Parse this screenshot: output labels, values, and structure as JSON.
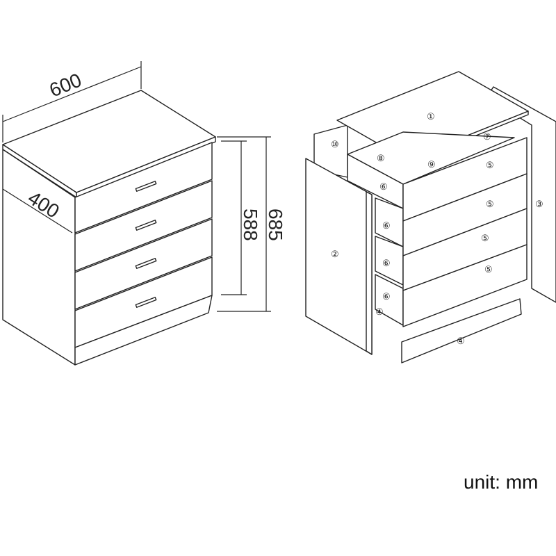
{
  "dimensions": {
    "width": "600",
    "depth": "400",
    "inner_height": "588",
    "total_height": "685"
  },
  "unit_label": "unit: mm",
  "parts": {
    "p1": "①",
    "p2": "②",
    "p3": "③",
    "p4": "④",
    "p5": "⑤",
    "p6": "⑥",
    "p7": "⑦",
    "p8": "⑧",
    "p9": "⑨",
    "p10": "⑩"
  }
}
